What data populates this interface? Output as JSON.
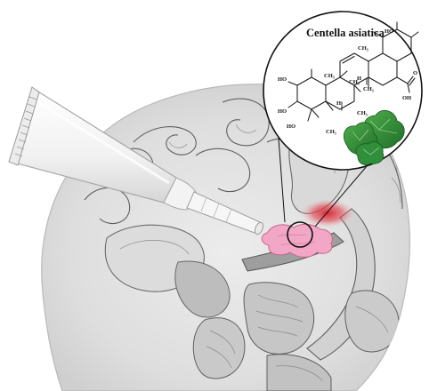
{
  "figure": {
    "plant_name": "Centella asiatica",
    "labels": {
      "oh_top": "HO",
      "ch3_top": "CH₃",
      "ch3_a": "CH₃",
      "ch3_b": "CH₃",
      "ch3_c": "CH₃",
      "ch3_d": "CH₃",
      "ch3_e": "CH₃",
      "ho_left": "HO",
      "ho_mid": "HO",
      "ho_bottom": "HO",
      "cooh_o": "O",
      "cooh_oh": "OH",
      "h_a": "H",
      "h_b": "H"
    },
    "colors": {
      "lesion": "#f2a7c6",
      "inflammation": "#d81e2c",
      "leaf": "#2e8b3a",
      "tube": "#f7f7f7"
    }
  }
}
